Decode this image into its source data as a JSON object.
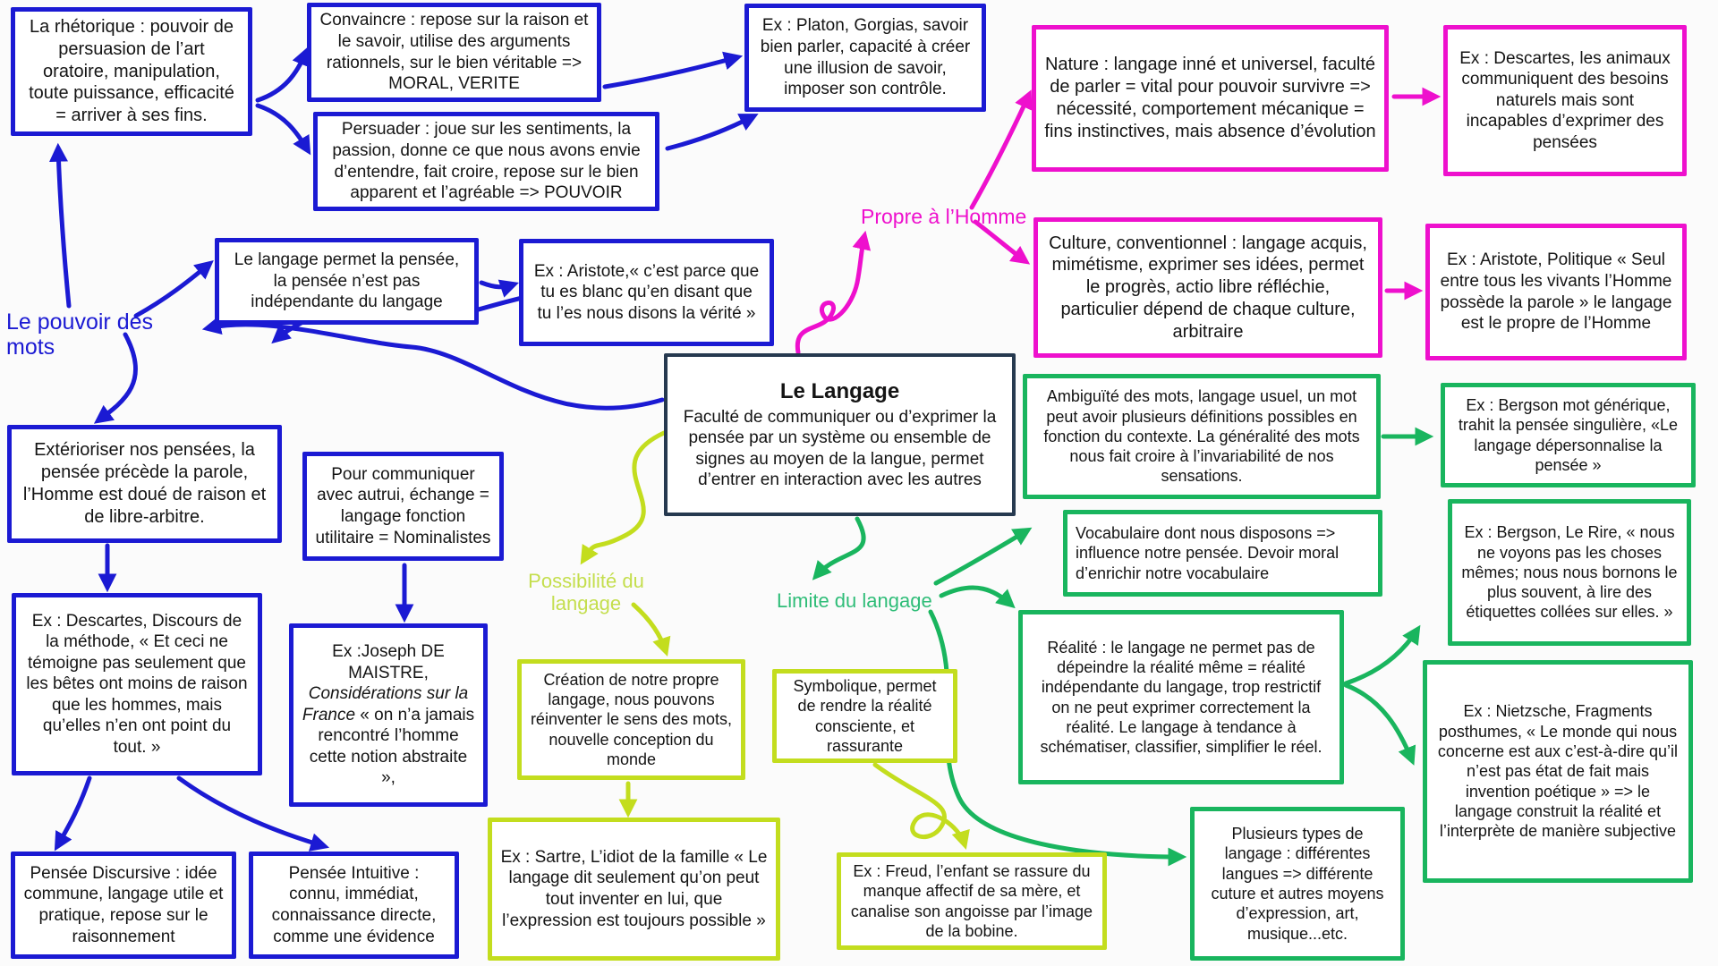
{
  "colors": {
    "blue": "#1b1ad3",
    "pink": "#ee10cd",
    "green": "#19b55e",
    "lime": "#c3dd1e",
    "navy_center": "#26394f",
    "lime_label": "#c4de4d",
    "green_label": "#2fbd78"
  },
  "center": {
    "title": "Le Langage",
    "body": "Faculté de communiquer ou d’exprimer la pensée par un système ou ensemble de signes au moyen de la langue, permet d’entrer en interaction avec les autres"
  },
  "labels": {
    "pouvoir": "Le pouvoir des mots",
    "propre": "Propre à l’Homme",
    "possibilite": "Possibilité du langage",
    "limite": "Limite du langage"
  },
  "nodes": {
    "rhetorique": "La rhétorique : pouvoir de persuasion de l’art oratoire, manipulation, toute puissance, efficacité = arriver à ses fins.",
    "convaincre": "Convaincre : repose sur la raison et le savoir, utilise des arguments rationnels, sur le bien véritable => MORAL, VERITE",
    "persuader": "Persuader : joue sur les sentiments, la passion, donne ce que nous avons envie d’entendre, fait croire, repose sur le bien apparent et l’agréable => POUVOIR",
    "ex_platon": "Ex : Platon, Gorgias, savoir bien parler, capacité à créer une illusion de savoir, imposer son contrôle.",
    "nature": "Nature : langage inné et universel, faculté de parler = vital pour pouvoir survivre => nécessité, comportement mécanique = fins instinctives, mais absence d’évolution",
    "ex_descartes_animaux": "Ex : Descartes, les animaux communiquent des besoins naturels mais sont incapables d’exprimer des pensées",
    "culture": "Culture, conventionnel : langage acquis, mimétisme, exprimer ses idées, permet le progrès, actio libre réfléchie, particulier dépend de chaque culture, arbitraire",
    "ex_aristote_politique": "Ex : Aristote, Politique « Seul entre tous les vivants l’Homme possède la parole » le langage est le propre de l’Homme",
    "langage_permet": "Le langage permet la pensée, la pensée n’est pas indépendante du langage",
    "ex_aristote_blanc": "Ex : Aristote,« c’est parce que tu es blanc qu’en disant que tu l’es nous disons la vérité »",
    "exterioriser": "Extérioriser nos pensées, la pensée précède la parole, l’Homme est doué de raison et de libre-arbitre.",
    "pour_communiquer": "Pour communiquer avec autrui, échange = langage fonction utilitaire = Nominalistes",
    "ex_descartes_discours": "Ex : Descartes, Discours de la méthode, « Et ceci ne témoigne pas seulement que les bêtes  ont moins de raison que les hommes, mais qu’elles n’en ont point du tout. »",
    "pensee_discursive": "Pensée Discursive : idée commune, langage utile et pratique, repose sur le raisonnement",
    "pensee_intuitive": "Pensée Intuitive : connu, immédiat, connaissance directe, comme une évidence",
    "creation": "Création de notre propre langage, nous pouvons réinventer le sens des mots, nouvelle conception du monde",
    "ex_sartre": "Ex : Sartre, L’idiot de la famille « Le langage dit seulement qu’on peut tout inventer en lui, que l’expression est toujours possible »",
    "symbolique": "Symbolique, permet de  rendre la réalité consciente, et rassurante",
    "ex_freud": "Ex : Freud, l’enfant se rassure du manque affectif de sa mère, et canalise son angoisse par l’image de la bobine.",
    "ambiguite": "Ambiguïté des mots, langage usuel, un mot peut avoir plusieurs définitions possibles en fonction du contexte.  La généralité des mots nous fait croire à l’invariabilité de nos sensations.",
    "ex_bergson_generique": "Ex : Bergson mot générique, trahit la pensée singulière, «Le langage dépersonnalise la pensée »",
    "vocabulaire": "Vocabulaire dont nous disposons => influence notre pensée. Devoir moral d’enrichir notre vocabulaire",
    "ex_bergson_rire": "Ex : Bergson, Le Rire, « nous ne voyons pas les choses mêmes; nous nous bornons le plus souvent, à lire des étiquettes collées sur elles. »",
    "realite": "Réalité : le langage ne permet pas de dépeindre la réalité même = réalité indépendante du langage, trop restrictif on ne peut exprimer correctement la réalité. Le langage à tendance à schématiser, classifier, simplifier le réel.",
    "ex_nietzsche": "Ex : Nietzsche, Fragments posthumes, « Le monde qui nous concerne est aux c’est-à-dire qu’il n’est pas état de fait mais invention poétique »  => le langage  construit la réalité et l’interprète de manière subjective",
    "plusieurs_types": "Plusieurs types de langage : différentes langues => différente cuture et autres moyens d’expression, art, musique...etc."
  },
  "maistre": {
    "pre": "Ex :Joseph DE MAISTRE, ",
    "italic": "Considérations sur la France",
    "post": " « on n’a jamais rencontré l’homme cette notion abstraite »,"
  }
}
